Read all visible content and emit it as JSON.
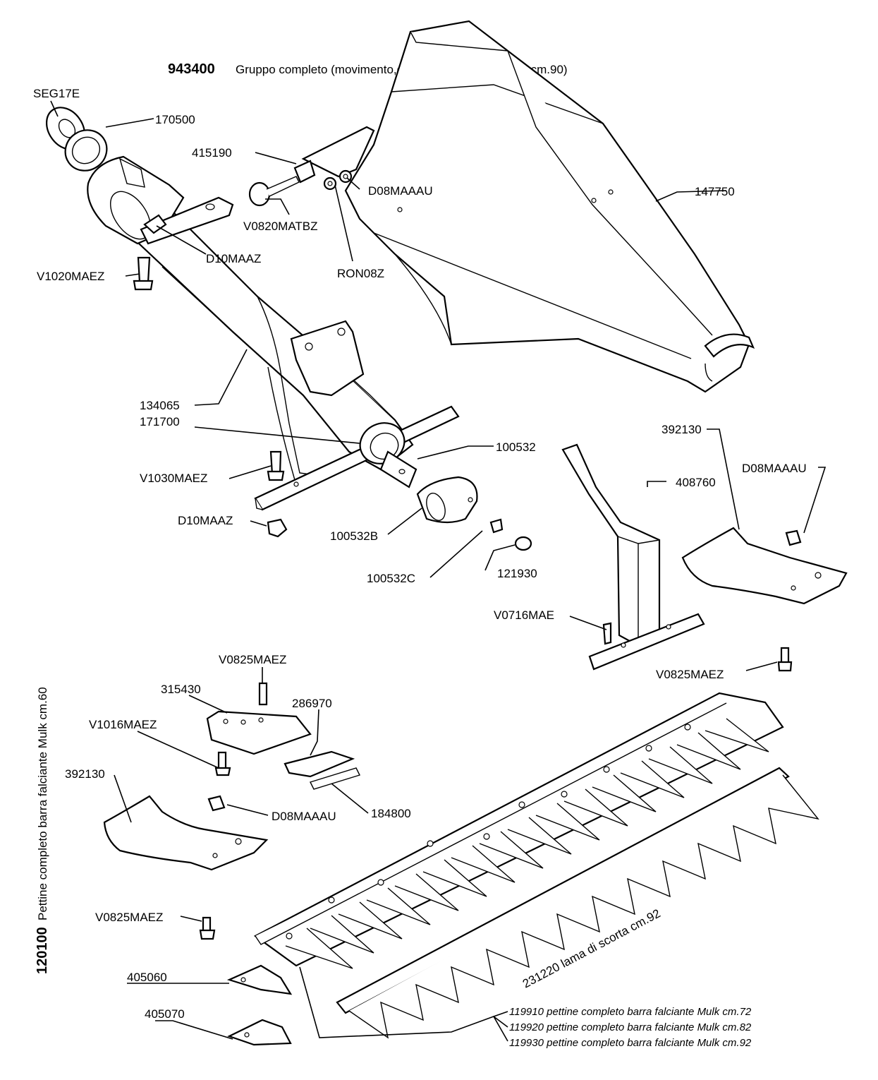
{
  "title": {
    "code": "943400",
    "text": "Gruppo completo (movimento,cofano,testina e lama da cm.90)"
  },
  "side_caption": {
    "code": "120100",
    "text": "Pettine completo barra falciante Mulk cm.60"
  },
  "spare_blade": "231220 lama di scorta cm.92",
  "labels": {
    "seg17e": "SEG17E",
    "p170500": "170500",
    "p415190": "415190",
    "d08maaau_top": "D08MAAAU",
    "p147750": "147750",
    "v0820matbz": "V0820MATBZ",
    "d10maaz_top": "D10MAAZ",
    "ron08z": "RON08Z",
    "v1020maez": "V1020MAEZ",
    "p134065": "134065",
    "p171700": "171700",
    "p100532": "100532",
    "v1030maez": "V1030MAEZ",
    "d10maaz_bottom": "D10MAAZ",
    "p100532b": "100532B",
    "p100532c": "100532C",
    "p121930": "121930",
    "p392130_right": "392130",
    "p408760": "408760",
    "d08maaau_right": "D08MAAAU",
    "v0716mae": "V0716MAE",
    "v0825maez_right": "V0825MAEZ",
    "v0825maez_mid": "V0825MAEZ",
    "p315430": "315430",
    "p286970": "286970",
    "v1016maez": "V1016MAEZ",
    "p392130_left": "392130",
    "d08maaau_left": "D08MAAAU",
    "p184800": "184800",
    "v0825maez_left": "V0825MAEZ",
    "p405060": "405060",
    "p405070": "405070"
  },
  "combs": [
    "119910 pettine completo barra falciante Mulk cm.72",
    "119920 pettine completo barra falciante Mulk cm.82",
    "119930 pettine completo barra falciante Mulk cm.92"
  ]
}
